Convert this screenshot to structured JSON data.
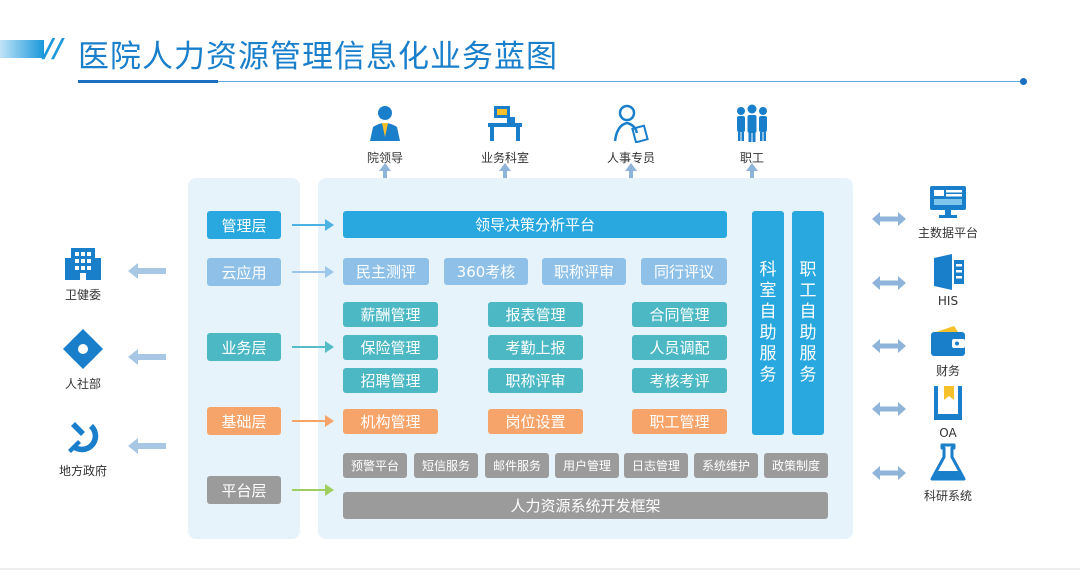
{
  "title": "医院人力资源管理信息化业务蓝图",
  "users": [
    {
      "label": "院领导",
      "icon": "leader-icon"
    },
    {
      "label": "业务科室",
      "icon": "department-icon"
    },
    {
      "label": "人事专员",
      "icon": "hr-specialist-icon"
    },
    {
      "label": "职工",
      "icon": "staff-icon"
    }
  ],
  "layers": {
    "management": "管理层",
    "cloud": "云应用",
    "business": "业务层",
    "foundation": "基础层",
    "platform": "平台层"
  },
  "leadership_platform": "领导决策分析平台",
  "cloud_apps": [
    "民主测评",
    "360考核",
    "职称评审",
    "同行评议"
  ],
  "business_modules": [
    [
      "薪酬管理",
      "报表管理",
      "合同管理"
    ],
    [
      "保险管理",
      "考勤上报",
      "人员调配"
    ],
    [
      "招聘管理",
      "职称评审",
      "考核考评"
    ]
  ],
  "foundation_modules": [
    "机构管理",
    "岗位设置",
    "职工管理"
  ],
  "platform_services": [
    "预警平台",
    "短信服务",
    "邮件服务",
    "用户管理",
    "日志管理",
    "系统维护",
    "政策制度"
  ],
  "framework": "人力资源系统开发框架",
  "vertical_services": [
    "科室自助服务",
    "职工自助服务"
  ],
  "left_external": [
    {
      "label": "卫健委",
      "icon": "hospital-building-icon"
    },
    {
      "label": "人社部",
      "icon": "social-security-icon"
    },
    {
      "label": "地方政府",
      "icon": "government-emblem-icon"
    }
  ],
  "right_external": [
    {
      "label": "主数据平台",
      "icon": "monitor-icon"
    },
    {
      "label": "HIS",
      "icon": "his-icon"
    },
    {
      "label": "财务",
      "icon": "wallet-icon"
    },
    {
      "label": "OA",
      "icon": "bookmark-icon"
    },
    {
      "label": "科研系统",
      "icon": "flask-icon"
    }
  ],
  "colors": {
    "title": "#1a7fcb",
    "blue": "#28a8de",
    "light_blue": "#8fc1e8",
    "teal": "#4cb8c4",
    "orange": "#f7a46a",
    "gray": "#9b9b9b",
    "panel": "#e7f3fb"
  }
}
